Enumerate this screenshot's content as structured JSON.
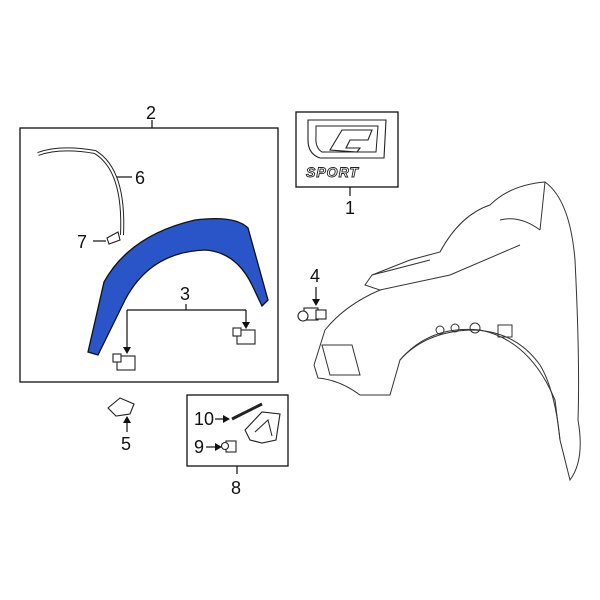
{
  "callouts": {
    "c1": "1",
    "c2": "2",
    "c3": "3",
    "c4": "4",
    "c5": "5",
    "c6": "6",
    "c7": "7",
    "c8": "8",
    "c9": "9",
    "c10": "10"
  },
  "badge": {
    "logo_text": "SPORT"
  },
  "colors": {
    "highlight": "#2a55c8",
    "outline": "#111111"
  }
}
